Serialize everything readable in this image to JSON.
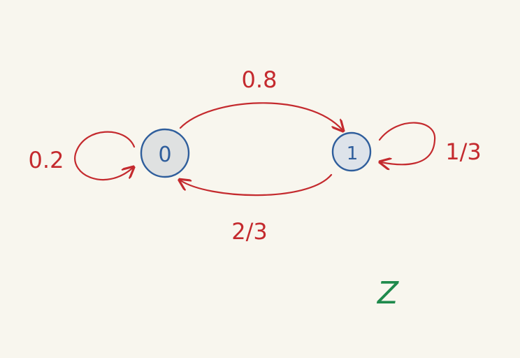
{
  "diagram": {
    "states": [
      {
        "id": "state-0",
        "label": "0",
        "fill": "#dfe1e1",
        "stroke": "#2f5e9c"
      },
      {
        "id": "state-1",
        "label": "1",
        "fill": "#dde3ea",
        "stroke": "#2f5e9c"
      }
    ],
    "transitions": [
      {
        "from": "0",
        "to": "1",
        "label": "0.8"
      },
      {
        "from": "1",
        "to": "0",
        "label": "2/3"
      },
      {
        "from": "0",
        "to": "0",
        "label": "0.2"
      },
      {
        "from": "1",
        "to": "1",
        "label": "1/3"
      }
    ],
    "annotation": {
      "text": "Z",
      "color": "#1f8a4c"
    },
    "edge_color": "#c42a2e",
    "node_color": "#2f5e9c"
  }
}
